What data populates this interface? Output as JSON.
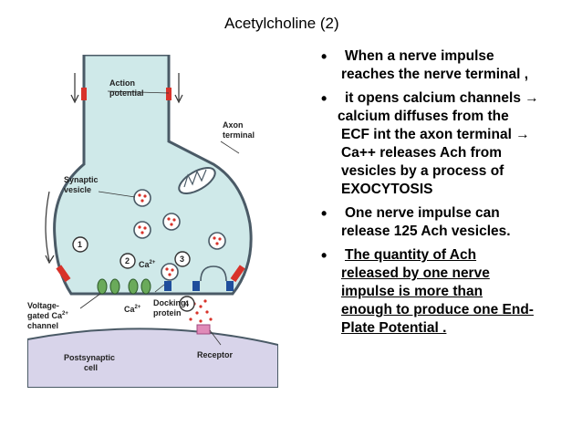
{
  "title": "Acetylcholine (2)",
  "bullets": [
    {
      "lines": [
        "When a nerve impulse",
        "reaches the nerve terminal ,"
      ],
      "underline": false
    },
    {
      "lines": [
        "it opens calcium channels →",
        "calcium diffuses from the",
        "ECF int the axon terminal →",
        "Ca++ releases Ach from",
        "vesicles by a process of",
        "EXOCYTOSIS"
      ],
      "underline": false
    },
    {
      "lines": [
        "One nerve impulse can",
        "release 125 Ach vesicles."
      ],
      "underline": false
    },
    {
      "lines": [
        "The quantity of Ach",
        "released by one nerve",
        "impulse is more than",
        "enough to produce one End-",
        "Plate Potential ."
      ],
      "underline": true
    }
  ],
  "diagram": {
    "labels": {
      "action_potential_1": "Action",
      "action_potential_2": "potential",
      "axon_terminal_1": "Axon",
      "axon_terminal_2": "terminal",
      "synaptic_vesicle_1": "Synaptic",
      "synaptic_vesicle_2": "vesicle",
      "voltage_gated_1": "Voltage-",
      "voltage_gated_2": "gated Ca",
      "voltage_gated_2_sup": "2+",
      "voltage_gated_3": "channel",
      "ca_top": "Ca",
      "ca_top_sup": "2+",
      "ca_bottom": "Ca",
      "ca_bottom_sup": "2+",
      "docking_protein_1": "Docking",
      "docking_protein_2": "protein",
      "postsynaptic_cell_1": "Postsynaptic",
      "postsynaptic_cell_2": "cell",
      "receptor": "Receptor"
    },
    "steps": [
      "1",
      "2",
      "3",
      "4"
    ],
    "colors": {
      "axon_fill": "#cfe9e9",
      "axon_outline": "#4a5a66",
      "red_segment": "#d8322a",
      "postsynaptic_fill": "#d8d4ea",
      "channel_green": "#6aaa5a",
      "docking_blue": "#1f4e9c",
      "receptor_pink": "#e08ab8",
      "ach_dot": "#d8322a"
    }
  }
}
